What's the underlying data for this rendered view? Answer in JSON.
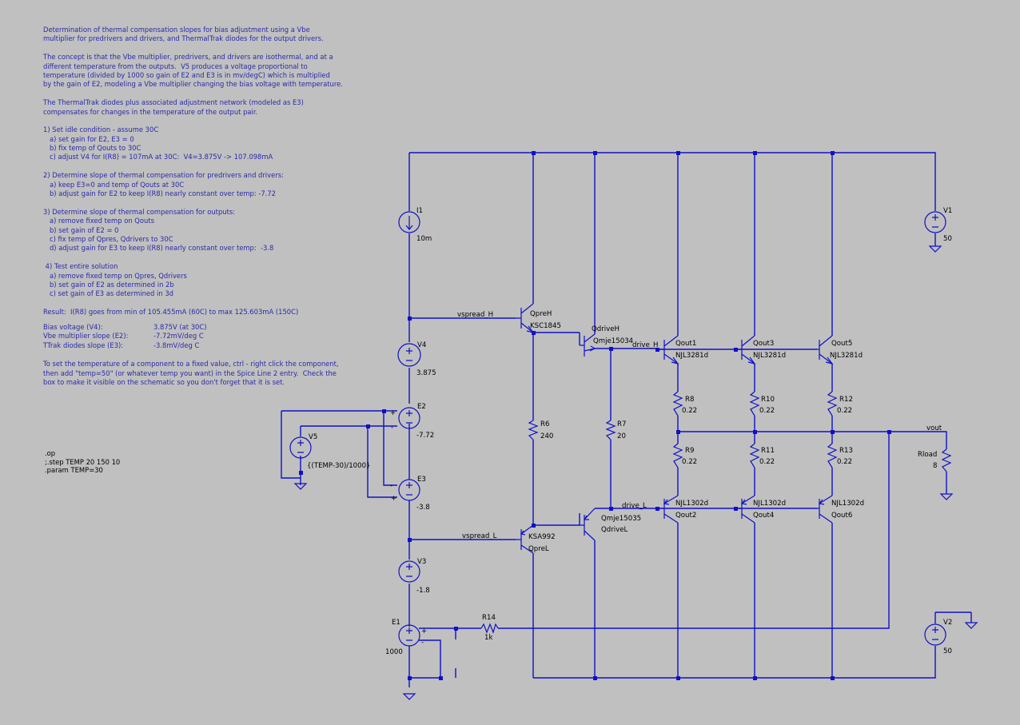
{
  "notes": {
    "description": [
      "Determination of thermal compensation slopes for bias adjustment using a Vbe",
      "multiplier for predrivers and drivers, and ThermalTrak diodes for the output drivers.",
      "",
      "The concept is that the Vbe multiplier, predrivers, and drivers are isothermal, and at a",
      "different temperature from the outputs.  V5 produces a voltage proportional to",
      "temperature (divided by 1000 so gain of E2 and E3 is in mv/degC) which is multiplied",
      "by the gain of E2, modeling a Vbe multiplier changing the bias voltage with temperature.",
      "",
      "The ThermalTrak diodes plus associated adjustment network (modeled as E3)",
      "compensates for changes in the temperature of the output pair.",
      "",
      "1) Set idle condition - assume 30C",
      "   a) set gain for E2, E3 = 0",
      "   b) fix temp of Qouts to 30C",
      "   c) adjust V4 for I(R8) = 107mA at 30C:  V4=3.875V -> 107.098mA",
      "",
      "2) Determine slope of thermal compensation for predrivers and drivers:",
      "   a) keep E3=0 and temp of Qouts at 30C",
      "   b) adjust gain for E2 to keep I(R8) nearly constant over temp: -7.72",
      "",
      "3) Determine slope of thermal compensation for outputs:",
      "   a) remove fixed temp on Qouts",
      "   b) set gain of E2 = 0",
      "   c) fix temp of Qpres, Qdrivers to 30C",
      "   d) adjust gain for E3 to keep I(R8) nearly constant over temp:  -3.8",
      "",
      " 4) Test entire solution",
      "   a) remove fixed temp on Qpres, Qdrivers",
      "   b) set gain of E2 as determined in 2b",
      "   c) set gain of E3 as determined in 3d",
      "",
      "Result:  I(R8) goes from min of 105.455mA (60C) to max 125.603mA (150C)"
    ],
    "bias": [
      {
        "label": "Bias voltage (V4):",
        "value": "3.875V (at 30C)"
      },
      {
        "label": "Vbe multiplier slope (E2):",
        "value": "-7.72mV/deg C"
      },
      {
        "label": "TTrak diodes slope (E3):",
        "value": "-3.8mV/deg C"
      }
    ],
    "howto": [
      "To set the temperature of a component to a fixed value, ctrl - right click the component,",
      "then add \"temp=50\" (or whatever temp you want) in the Spice Line 2 entry.  Check the",
      "box to make it visible on the schematic so you don't forget that it is set."
    ]
  },
  "spice": [
    ".op",
    ";.step TEMP 20 150 10",
    ".param TEMP=30"
  ],
  "labels": {
    "I1": "I1",
    "I1_val": "10m",
    "V1": "V1",
    "V1_val": "50",
    "V2": "V2",
    "V2_val": "50",
    "V3": "V3",
    "V3_val": "-1.8",
    "V4": "V4",
    "V4_val": "3.875",
    "V5": "V5",
    "V5_val": "{(TEMP-30)/1000}",
    "E1": "E1",
    "E1_val": "1000",
    "E2": "E2",
    "E2_val": "-7.72",
    "E3": "E3",
    "E3_val": "-3.8",
    "R6": "R6",
    "R6_val": "240",
    "R7": "R7",
    "R7_val": "20",
    "R8": "R8",
    "R8_val": "0.22",
    "R9": "R9",
    "R9_val": "0.22",
    "R10": "R10",
    "R10_val": "0.22",
    "R11": "R11",
    "R11_val": "0.22",
    "R12": "R12",
    "R12_val": "0.22",
    "R13": "R13",
    "R13_val": "0.22",
    "R14": "R14",
    "R14_val": "1k",
    "Rload": "Rload",
    "Rload_val": "8",
    "QpreH": "QpreH",
    "QpreH_model": "KSC1845",
    "QpreL": "QpreL",
    "QpreL_model": "KSA992",
    "QdriveH": "QdriveH",
    "QdriveH_model": "Qmje15034",
    "QdriveL": "QdriveL",
    "QdriveL_model": "Qmje15035",
    "Qout1": "Qout1",
    "Qout1_model": "NJL3281d",
    "Qout3": "Qout3",
    "Qout3_model": "NJL3281d",
    "Qout5": "Qout5",
    "Qout5_model": "NJL3281d",
    "Qout2": "Qout2",
    "Qout2_model": "NJL1302d",
    "Qout4": "Qout4",
    "Qout4_model": "NJL1302d",
    "Qout6": "Qout6",
    "Qout6_model": "NJL1302d",
    "net_vspread_H": "vspread_H",
    "net_vspread_L": "vspread_L",
    "net_drive_H": "drive_H",
    "net_drive_L": "drive_L",
    "net_vout": "vout",
    "plus": "+",
    "minus": "-"
  },
  "colors": {
    "background": "#c0c0c0",
    "wire": "#1010c8",
    "note_text": "#2a2aa8",
    "label_text": "#000000"
  }
}
